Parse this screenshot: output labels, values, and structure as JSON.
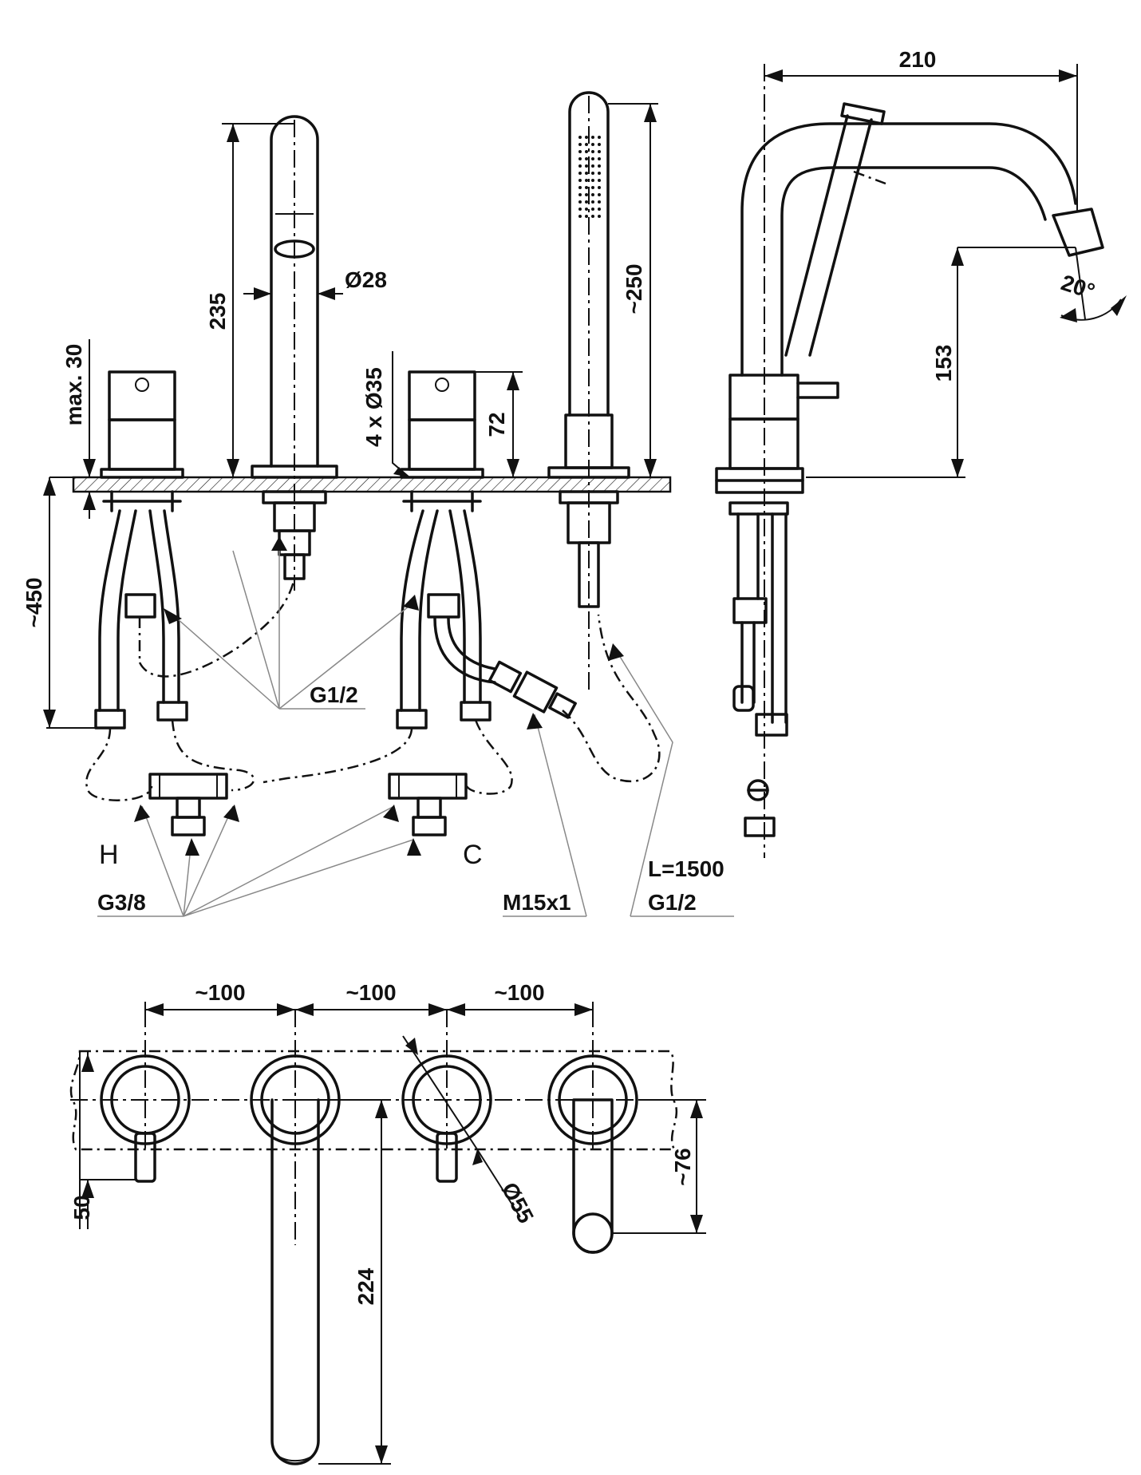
{
  "labels": {
    "w210": "210",
    "h235": "235",
    "d28": "Ø28",
    "h250": "~250",
    "max30": "max. 30",
    "d35": "4 x Ø35",
    "h72": "72",
    "h153": "153",
    "a20": "20°",
    "h450": "~450",
    "g12a": "G1/2",
    "hot": "H",
    "cold": "C",
    "g38": "G3/8",
    "m15": "M15x1",
    "l1500": "L=1500",
    "g12b": "G1/2",
    "s100a": "~100",
    "s100b": "~100",
    "s100c": "~100",
    "d55": "Ø55",
    "h76": "~76",
    "h50": "50",
    "h224": "224"
  }
}
